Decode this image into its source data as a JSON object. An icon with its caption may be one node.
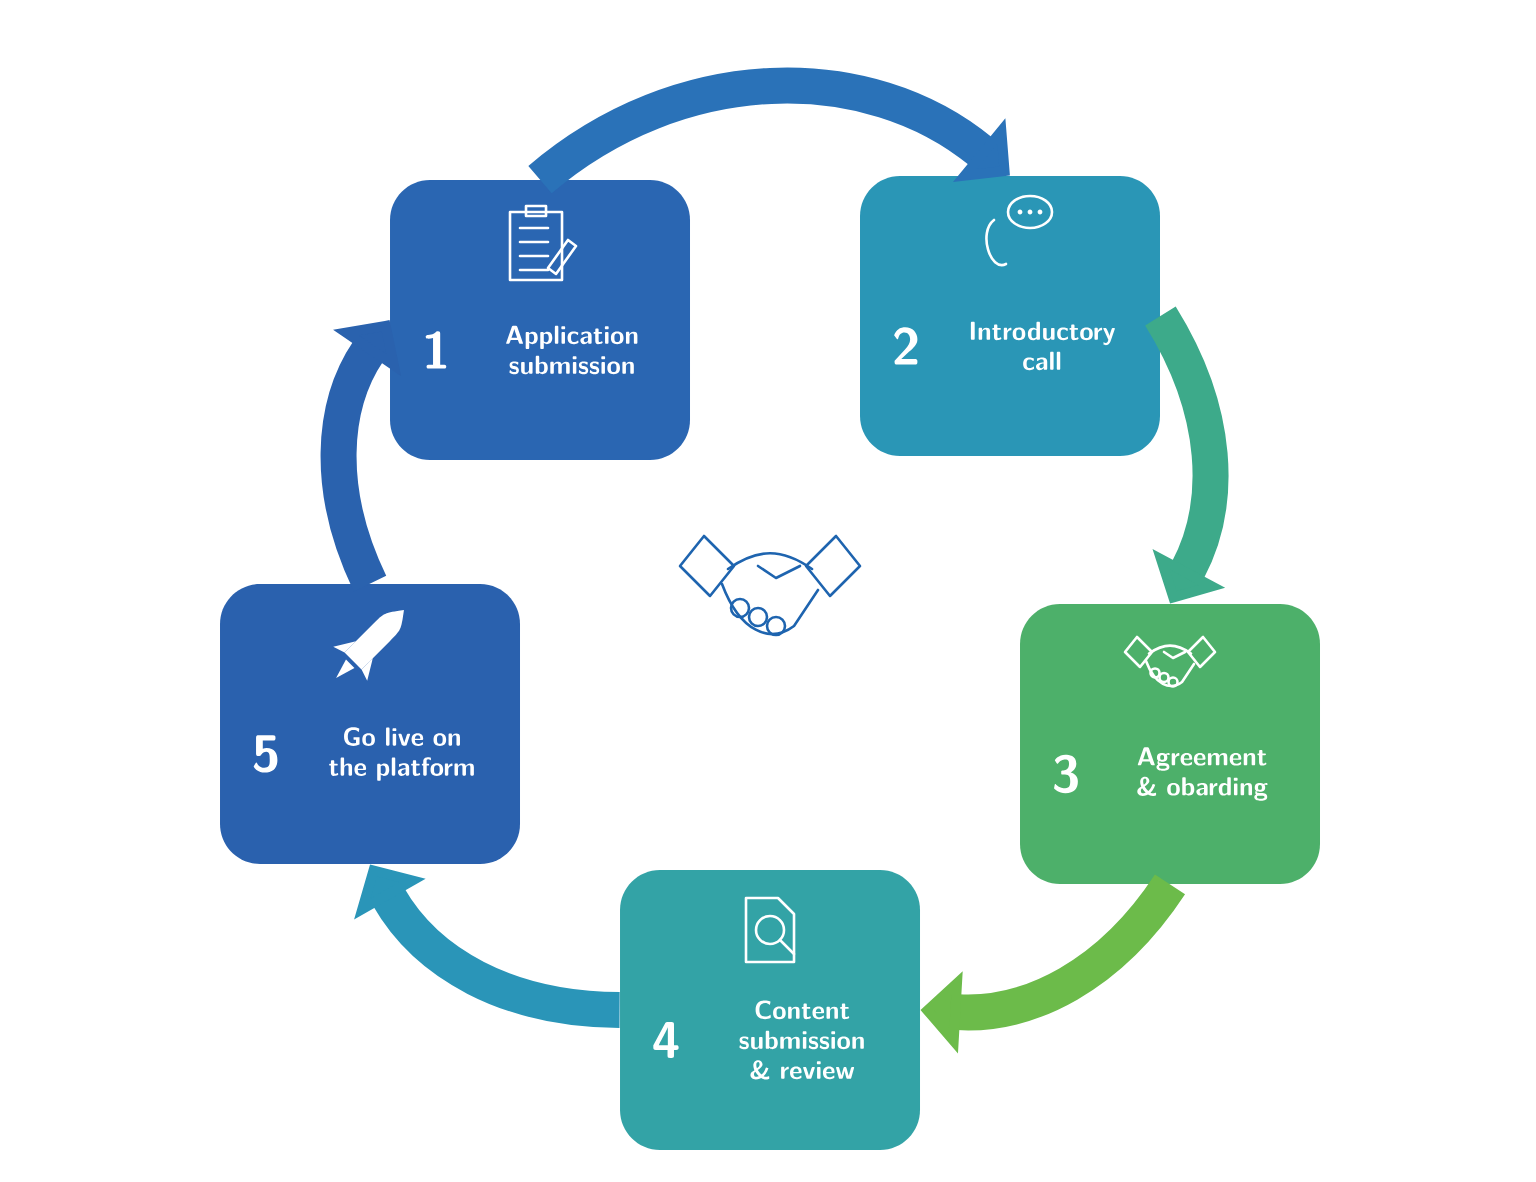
{
  "diagram": {
    "nodes": [
      {
        "text": [
          "1",
          "Application submission"
        ]
      },
      {
        "text": [
          "2",
          "Introductory call"
        ]
      },
      {
        "text": [
          "3",
          "Agreement & obarding"
        ]
      },
      {
        "text": [
          "4",
          "Content submission & review"
        ]
      },
      {
        "text": [
          "5",
          "Go live on the platform"
        ]
      }
    ],
    "edges": [
      {
        "from": 0,
        "to": 1,
        "arrow": "to",
        "color": "#2a72b8"
      },
      {
        "from": 1,
        "to": 2,
        "arrow": "to",
        "color": "#3daa8a"
      },
      {
        "from": 2,
        "to": 3,
        "arrow": "to",
        "color": "#6cbb4a"
      },
      {
        "from": 3,
        "to": 4,
        "arrow": "to",
        "color": "#2a95b8"
      },
      {
        "from": 4,
        "to": 0,
        "arrow": "to",
        "color": "#2a62ae"
      }
    ]
  }
}
